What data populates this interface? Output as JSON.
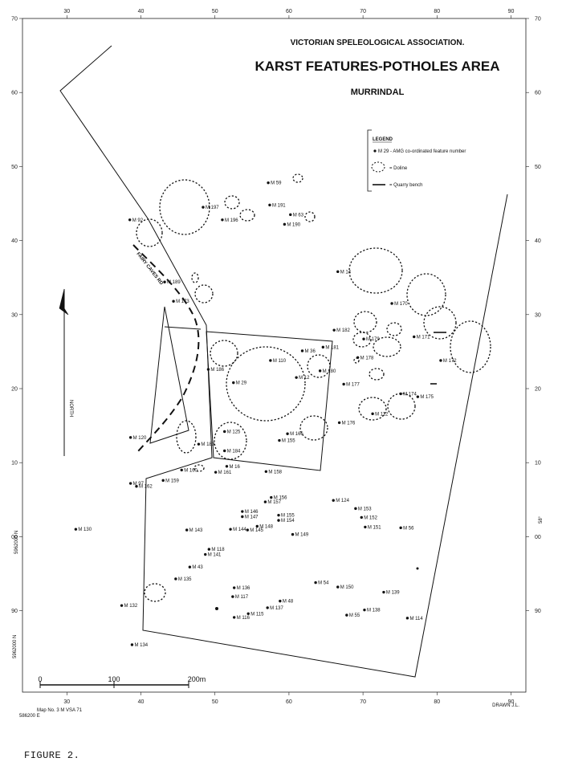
{
  "title": {
    "organization": "VICTORIAN SPELEOLOGICAL ASSOCIATION.",
    "main": "KARST FEATURES-POTHOLES AREA",
    "place": "MURRINDAL"
  },
  "legend": {
    "heading": "LEGEND",
    "items": [
      {
        "key": "point",
        "label": "M 29 - AMG co-ordinated feature number"
      },
      {
        "key": "doline",
        "label": "= Doline"
      },
      {
        "key": "quarry",
        "label": "= Quarry bench"
      }
    ]
  },
  "grid": {
    "x_labels": [
      "30",
      "40",
      "50",
      "60",
      "70",
      "80",
      "90"
    ],
    "y_labels": [
      "70",
      "60",
      "50",
      "40",
      "30",
      "20",
      "10",
      "00",
      "90"
    ],
    "corner_bottom_left": "5962000 N",
    "corner_bottom": "586200 E",
    "side_labels": [
      "5962000 N",
      "58°"
    ]
  },
  "road_label": "FAIRY CAVES RD",
  "north_label": "NORTH",
  "scale": {
    "ticks": [
      "0",
      "100",
      "200m"
    ]
  },
  "map_number": "Map No. 3 M VSA 71",
  "draughter": "DRAWN J.L.",
  "caption": "FIGURE 2.",
  "colors": {
    "ink": "#111111",
    "paper": "#ffffff"
  },
  "features": [
    {
      "id": "M 59",
      "e": 57.2,
      "n": 47.8
    },
    {
      "id": "M 191",
      "e": 57.4,
      "n": 44.8
    },
    {
      "id": "M 63",
      "e": 60.2,
      "n": 43.5
    },
    {
      "id": "M 190",
      "e": 59.4,
      "n": 42.2
    },
    {
      "id": "M 197",
      "e": 48.4,
      "n": 44.5
    },
    {
      "id": "M 196",
      "e": 51.0,
      "n": 42.8
    },
    {
      "id": "M 92",
      "e": 38.5,
      "n": 42.8
    },
    {
      "id": "M 189",
      "e": 43.2,
      "n": 34.4
    },
    {
      "id": "M 173",
      "e": 44.4,
      "n": 31.8
    },
    {
      "id": "M 14",
      "e": 66.6,
      "n": 35.8
    },
    {
      "id": "M 170",
      "e": 73.9,
      "n": 31.5
    },
    {
      "id": "M 182",
      "e": 66.1,
      "n": 27.9
    },
    {
      "id": "M 179",
      "e": 70.1,
      "n": 26.7
    },
    {
      "id": "M 171",
      "e": 76.9,
      "n": 27.0
    },
    {
      "id": "M 181",
      "e": 64.6,
      "n": 25.6
    },
    {
      "id": "M 178",
      "e": 69.3,
      "n": 24.2
    },
    {
      "id": "M 172",
      "e": 80.5,
      "n": 23.8
    },
    {
      "id": "M 180",
      "e": 64.2,
      "n": 22.4
    },
    {
      "id": "M 177",
      "e": 67.4,
      "n": 20.6
    },
    {
      "id": "M 174",
      "e": 75.1,
      "n": 19.3
    },
    {
      "id": "M 175",
      "e": 77.4,
      "n": 18.9
    },
    {
      "id": "M 176",
      "e": 66.8,
      "n": 15.4
    },
    {
      "id": "M 112",
      "e": 71.3,
      "n": 16.6
    },
    {
      "id": "M 36",
      "e": 61.8,
      "n": 25.1
    },
    {
      "id": "M 110",
      "e": 57.5,
      "n": 23.8
    },
    {
      "id": "M 186",
      "e": 49.1,
      "n": 22.6
    },
    {
      "id": "M 12",
      "e": 61.0,
      "n": 21.5
    },
    {
      "id": "M 29",
      "e": 52.5,
      "n": 20.8
    },
    {
      "id": "M 125",
      "e": 51.3,
      "n": 14.2
    },
    {
      "id": "M 166",
      "e": 59.8,
      "n": 13.9
    },
    {
      "id": "M 155",
      "e": 58.7,
      "n": 13.0
    },
    {
      "id": "M 120",
      "e": 38.6,
      "n": 13.4
    },
    {
      "id": "M 183",
      "e": 47.8,
      "n": 12.5
    },
    {
      "id": "M 184",
      "e": 51.3,
      "n": 11.6
    },
    {
      "id": "M 16",
      "e": 51.6,
      "n": 9.5
    },
    {
      "id": "M 160",
      "e": 45.5,
      "n": 9.0
    },
    {
      "id": "M 161",
      "e": 50.1,
      "n": 8.7
    },
    {
      "id": "M 158",
      "e": 56.9,
      "n": 8.8
    },
    {
      "id": "M 159",
      "e": 43.0,
      "n": 7.6
    },
    {
      "id": "M 97",
      "e": 38.6,
      "n": 7.2
    },
    {
      "id": "M 162",
      "e": 39.4,
      "n": 6.8
    },
    {
      "id": "M 156",
      "e": 57.6,
      "n": 5.3
    },
    {
      "id": "M 157",
      "e": 56.8,
      "n": 4.7
    },
    {
      "id": "M 124",
      "e": 66.0,
      "n": 4.9
    },
    {
      "id": "M 146",
      "e": 53.7,
      "n": 3.4
    },
    {
      "id": "M 147",
      "e": 53.7,
      "n": 2.7
    },
    {
      "id": "M 155b",
      "label": "M 155",
      "e": 58.6,
      "n": 2.9
    },
    {
      "id": "M 154",
      "e": 58.6,
      "n": 2.2
    },
    {
      "id": "M 153",
      "e": 69.0,
      "n": 3.8
    },
    {
      "id": "M 152",
      "e": 69.8,
      "n": 2.6
    },
    {
      "id": "M 151",
      "e": 70.3,
      "n": 1.3
    },
    {
      "id": "M 56",
      "e": 75.1,
      "n": 1.2
    },
    {
      "id": "M 148",
      "e": 55.7,
      "n": 1.4
    },
    {
      "id": "M 143",
      "e": 46.2,
      "n": 0.9
    },
    {
      "id": "M 144",
      "e": 52.1,
      "n": 1.0
    },
    {
      "id": "M 145",
      "e": 54.4,
      "n": 0.9
    },
    {
      "id": "M 149",
      "e": 60.5,
      "n": 0.3
    },
    {
      "id": "M 130",
      "e": 31.2,
      "n": 1.0
    },
    {
      "id": "M 118",
      "e": 49.2,
      "n": -1.7
    },
    {
      "id": "M 141",
      "e": 48.7,
      "n": -2.4
    },
    {
      "id": "M 43",
      "e": 46.6,
      "n": -4.1
    },
    {
      "id": "M 135",
      "e": 44.7,
      "n": -5.7
    },
    {
      "id": "M 54",
      "e": 63.6,
      "n": -6.2
    },
    {
      "id": "M 150",
      "e": 66.6,
      "n": -6.8
    },
    {
      "id": "M 139",
      "e": 72.8,
      "n": -7.5
    },
    {
      "id": "M 136",
      "e": 52.6,
      "n": -6.9
    },
    {
      "id": "M 117",
      "e": 52.4,
      "n": -8.1
    },
    {
      "id": "M 48",
      "e": 58.8,
      "n": -8.7
    },
    {
      "id": "M 137",
      "e": 57.1,
      "n": -9.6
    },
    {
      "id": "M 138",
      "e": 70.2,
      "n": -9.9
    },
    {
      "id": "M 55",
      "e": 67.8,
      "n": -10.6
    },
    {
      "id": "M 114",
      "e": 76.0,
      "n": -11.0
    },
    {
      "id": "M 115",
      "e": 54.5,
      "n": -10.4
    },
    {
      "id": "M 116",
      "e": 52.6,
      "n": -10.9
    },
    {
      "id": "M 132",
      "e": 37.4,
      "n": -9.3
    },
    {
      "id": "M 134",
      "e": 38.8,
      "n": -14.6
    }
  ]
}
